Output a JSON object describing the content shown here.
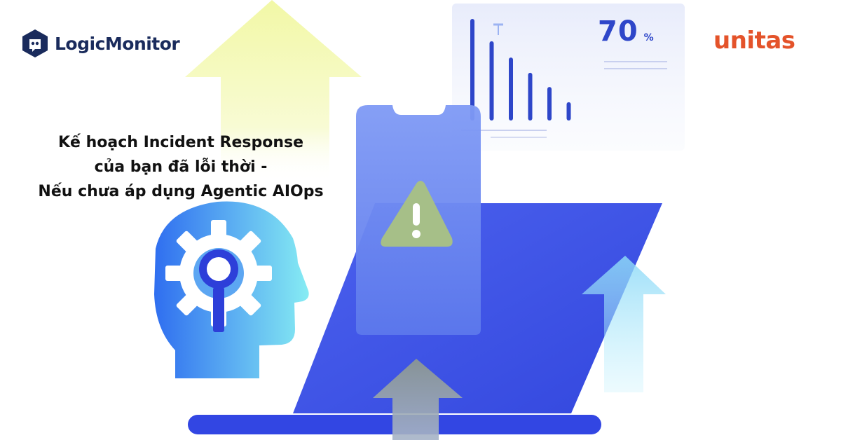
{
  "brand_left": {
    "name": "LogicMonitor",
    "icon": "logicmonitor-logo-icon",
    "color": "#1a2b5c"
  },
  "brand_right": {
    "name": "unitas",
    "color": "#e4532a"
  },
  "headline": {
    "lines": [
      "Kế hoạch Incident Response",
      "của bạn đã lỗi thời -",
      "Nếu chưa áp dụng Agentic AIOps"
    ]
  },
  "dashboard_card": {
    "stat_value": "70",
    "stat_unit": "%",
    "bar_levels": [
      1.0,
      0.78,
      0.62,
      0.47,
      0.33,
      0.18
    ]
  },
  "icons": [
    "warning-icon",
    "gear-icon",
    "magnifier-icon",
    "head-icon",
    "up-arrow-icon",
    "phone-icon",
    "laptop-icon"
  ],
  "colors": {
    "accent_blue": "#2e46c9",
    "laptop_blue": "#3a52e6",
    "head_gradient_start": "#2f74f0",
    "head_gradient_end": "#7fe6f2",
    "arrow_yellow": "#f4f9b4",
    "warning_green": "#a8c18a"
  }
}
